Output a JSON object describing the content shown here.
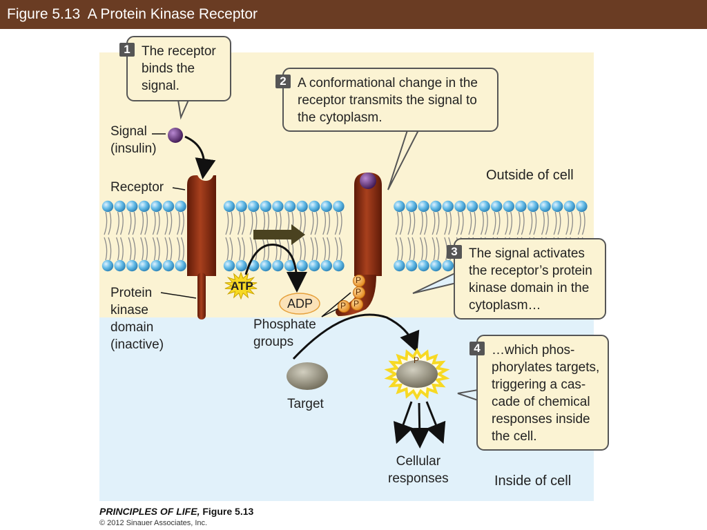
{
  "header": {
    "title": "Figure 5.13  A Protein Kinase Receptor"
  },
  "steps": [
    {
      "number": "1",
      "text": "The receptor\nbinds the\nsignal."
    },
    {
      "number": "2",
      "text": "A conformational change in the\nreceptor transmits the signal to\nthe cytoplasm."
    },
    {
      "number": "3",
      "text": "The signal activates\nthe receptor’s protein\nkinase domain in the\ncytoplasm…"
    },
    {
      "number": "4",
      "text": "…which phos-\nphorylates targets,\ntriggering a cas-\ncade of chemical\nresponses inside\nthe cell."
    }
  ],
  "labels": {
    "signal": "Signal\n(insulin)",
    "receptor": "Receptor",
    "outside": "Outside of cell",
    "inside": "Inside of cell",
    "kinase": "Protein\nkinase\ndomain\n(inactive)",
    "atp": "ATP",
    "adp": "ADP",
    "phosphate": "Phosphate\ngroups",
    "target": "Target",
    "responses": "Cellular\nresponses",
    "p": "P"
  },
  "footer": {
    "book": "PRINCIPLES OF LIFE,",
    "figure": " Figure 5.13",
    "copyright": "© 2012 Sinauer Associates, Inc."
  },
  "colors": {
    "title_bar": "#6a3c23",
    "outside_bg": "#fbf3d3",
    "inside_bg": "#e1f1fa",
    "receptor": "#8c2c10",
    "signal": "#5a2a72",
    "phosphate": "#f2a23a",
    "lipid_head": "#5fb4e5",
    "atp_burst": "#f7d924",
    "target": "#a6a08c"
  }
}
